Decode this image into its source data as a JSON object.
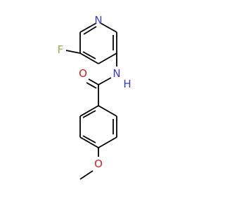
{
  "molecule": {
    "atoms": {
      "pyridine_n": {
        "label": "N",
        "color": "#3a3ac8"
      },
      "fluorine": {
        "label": "F",
        "color": "#8fb43c"
      },
      "amide_nh": {
        "label": "N",
        "hydrogen": "H",
        "color": "#3a3ac8"
      },
      "carbonyl_o": {
        "label": "O",
        "color": "#d42020"
      },
      "ether_o": {
        "label": "O",
        "color": "#d42020"
      }
    }
  }
}
